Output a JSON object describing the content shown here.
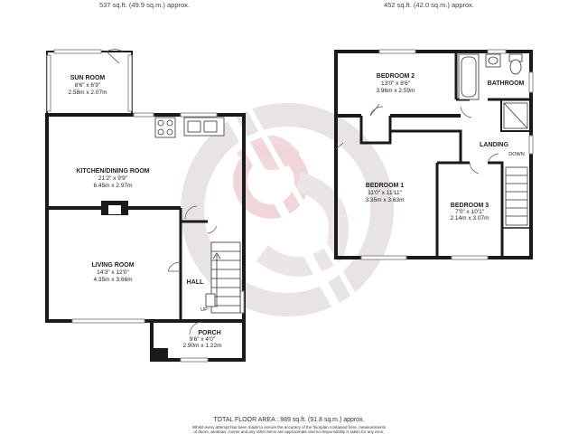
{
  "headers": {
    "ground_area": "537 sq.ft. (49.9 sq.m.) approx.",
    "first_area": "452 sq.ft. (42.0 sq.m.) approx."
  },
  "ground": {
    "sun_room": {
      "name": "SUN ROOM",
      "imperial": "8'6\" x 6'9\"",
      "metric": "2.58m x 2.07m"
    },
    "kitchen": {
      "name": "KITCHEN/DINING ROOM",
      "imperial": "21'2\" x 9'9\"",
      "metric": "6.45m x 2.97m"
    },
    "living": {
      "name": "LIVING ROOM",
      "imperial": "14'3\" x 12'0\"",
      "metric": "4.35m x 3.66m"
    },
    "hall": {
      "name": "HALL"
    },
    "porch": {
      "name": "PORCH",
      "imperial": "9'6\" x 4'0\"",
      "metric": "2.90m x 1.22m"
    },
    "stair_label": "UP"
  },
  "first": {
    "bedroom2": {
      "name": "BEDROOM 2",
      "imperial": "13'0\" x 8'6\"",
      "metric": "3.96m x 2.59m"
    },
    "bathroom": {
      "name": "BATHROOM"
    },
    "landing": {
      "name": "LANDING"
    },
    "bedroom1": {
      "name": "BEDROOM 1",
      "imperial": "11'0\" x 11'11\"",
      "metric": "3.35m x 3.63m"
    },
    "bedroom3": {
      "name": "BEDROOM 3",
      "imperial": "7'0\" x 10'1\"",
      "metric": "2.14m x 3.07m"
    },
    "stair_label": "DOWN"
  },
  "footer": {
    "total": "TOTAL FLOOR AREA : 989 sq.ft. (91.8 sq.m.) approx.",
    "disclaimer1": "Whilst every attempt has been made to ensure the accuracy of the floorplan contained here, measurements",
    "disclaimer2": "of doors, windows, rooms and any other items are approximate and no responsibility is taken for any error,"
  },
  "colors": {
    "wall": "#1a1a1a",
    "watermark": "#d8d0d4",
    "watermark_red": "#eed6d9"
  }
}
